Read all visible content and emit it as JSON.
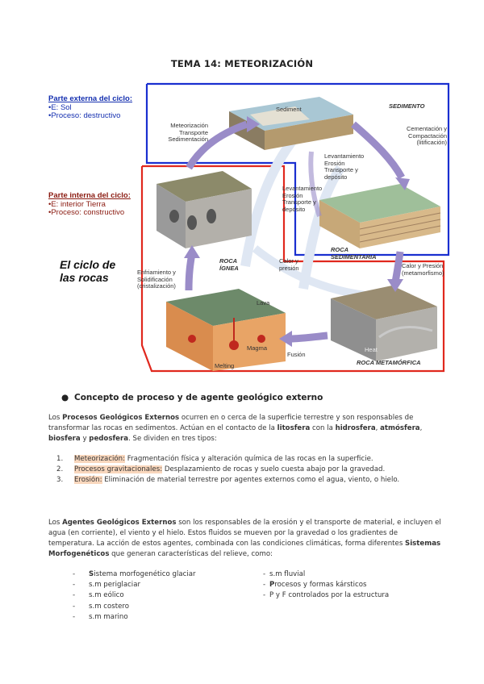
{
  "title": "TEMA 14: METEORIZACIÓN",
  "diagram": {
    "external_cycle": {
      "heading": "Parte externa del ciclo:",
      "line1": "•E: Sol",
      "line2": "•Proceso: destructivo"
    },
    "internal_cycle": {
      "heading": "Parte interna del ciclo:",
      "line1": "•E: interior Tierra",
      "line2": "•Proceso: constructivo"
    },
    "big_label": "El ciclo de las rocas",
    "labels": {
      "sedimento": "SEDIMENTO",
      "sediment_block": "Sediment",
      "meteorizacion": "Meteorización Transporte Sedimentación",
      "cementacion": "Cementación y Compactación (litificación)",
      "levantamiento1": "Levantamiento Erosión Transporte y depósito",
      "levantamiento2": "Levantamiento Erosión Transporte y depósito",
      "roca_sedimentaria": "ROCA SEDIMENTARIA",
      "roca_ignea": "ROCA ÍGNEA",
      "calor_presion_small": "Calor y presión",
      "calor_presion": "Calor y Presión (metamorfismo)",
      "enfriamiento": "Enfriamiento y Solidificación (cristalización)",
      "lava": "Lava",
      "magma": "Magma",
      "melting": "Melting",
      "fusion": "Fusión",
      "heat": "Heat",
      "roca_metamorfica": "ROCA METAMÓRFICA"
    },
    "colors": {
      "external_box": "#1a2fd0",
      "internal_box": "#e0281e",
      "arrow": "#9a8cc8",
      "light_arrow": "#dfe7f3"
    }
  },
  "heading": {
    "bullet": "●",
    "text": "Concepto de proceso y de agente geológico externo"
  },
  "para1": {
    "a": "Los ",
    "b": "Procesos Geológicos Externos",
    "c": " ocurren en o cerca de la superficie terrestre y son responsables de transformar las rocas en sedimentos. Actúan en el contacto de la ",
    "d": "litosfera",
    "e": " con la ",
    "f": "hidrosfera",
    "g": ",",
    "h": "atmósfera",
    "i": ", ",
    "j": "biosfera",
    "k": " y ",
    "l": "pedosfera",
    "m": ". Se dividen en tres tipos:"
  },
  "processes": [
    {
      "num": "1.",
      "name": "Meteorización:",
      "desc": " Fragmentación física y alteración química de las rocas en la superficie."
    },
    {
      "num": "2.",
      "name": "Procesos gravitacionales:",
      "desc": " Desplazamiento de rocas y suelo cuesta abajo por la gravedad."
    },
    {
      "num": "3.",
      "name": "Erosión:",
      "desc": " Eliminación de material terrestre por agentes externos como el agua, viento, o hielo."
    }
  ],
  "para2": {
    "a": "Los ",
    "b": "Agentes Geológicos Externos",
    "c": " son los responsables de la erosión y el transporte de material, e incluyen el agua (en corriente), el viento y el hielo. Estos fluidos se mueven por la gravedad o los gradientes de temperatura. La acción de estos agentes, combinada con las condiciones climáticas, forma diferentes ",
    "d": "Sistemas Morfogenéticos",
    "e": " que generan características del relieve, como:"
  },
  "systems_left": [
    {
      "dash": "-",
      "bold": "S",
      "text": "istema morfogenético glaciar"
    },
    {
      "dash": "-",
      "bold": "",
      "text": "s.m periglaciar"
    },
    {
      "dash": "-",
      "bold": "",
      "text": "s.m eólico"
    },
    {
      "dash": "-",
      "bold": "",
      "text": "s.m costero"
    },
    {
      "dash": "-",
      "bold": "",
      "text": "s.m marino"
    }
  ],
  "systems_right": [
    {
      "dash": "-",
      "bold": "",
      "text": "s.m fluvial"
    },
    {
      "dash": "-",
      "bold": "P",
      "text": "rocesos y formas kársticos"
    },
    {
      "dash": "-",
      "bold": "",
      "text": "P y F controlados por la estructura"
    }
  ]
}
